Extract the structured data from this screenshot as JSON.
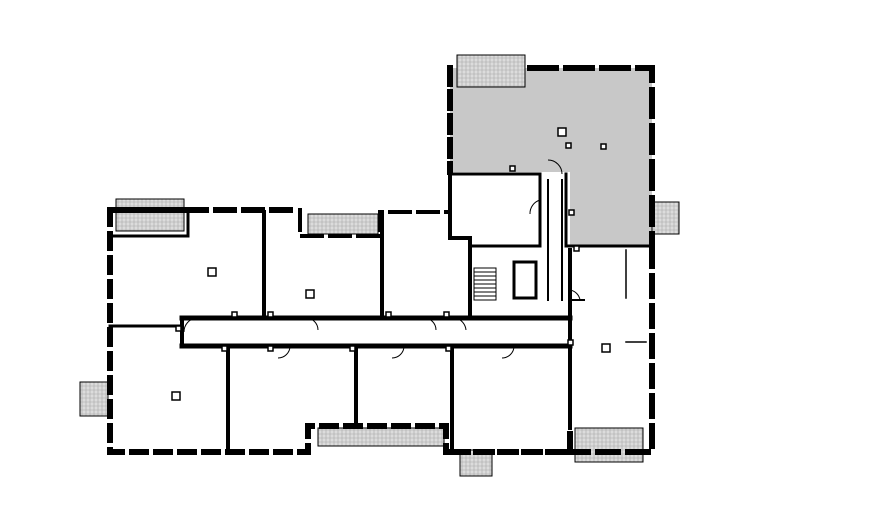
{
  "diagram": {
    "type": "floor-plan",
    "colors": {
      "background": "#ffffff",
      "wall": "#000000",
      "highlighted_room": "#c8c8c8",
      "hatch_fill": "#d9d9d9",
      "hatch_line": "#9a9a9a"
    },
    "highlighted_room": "north-east-hall",
    "rooms": [
      "west-room-north",
      "west-room-south",
      "room-north-2",
      "room-north-3",
      "room-north-4",
      "room-south-2",
      "room-south-3",
      "room-south-4",
      "room-south-east",
      "north-east-hall",
      "small-room",
      "stair-hall",
      "east-room",
      "corridor"
    ],
    "text_labels": []
  }
}
